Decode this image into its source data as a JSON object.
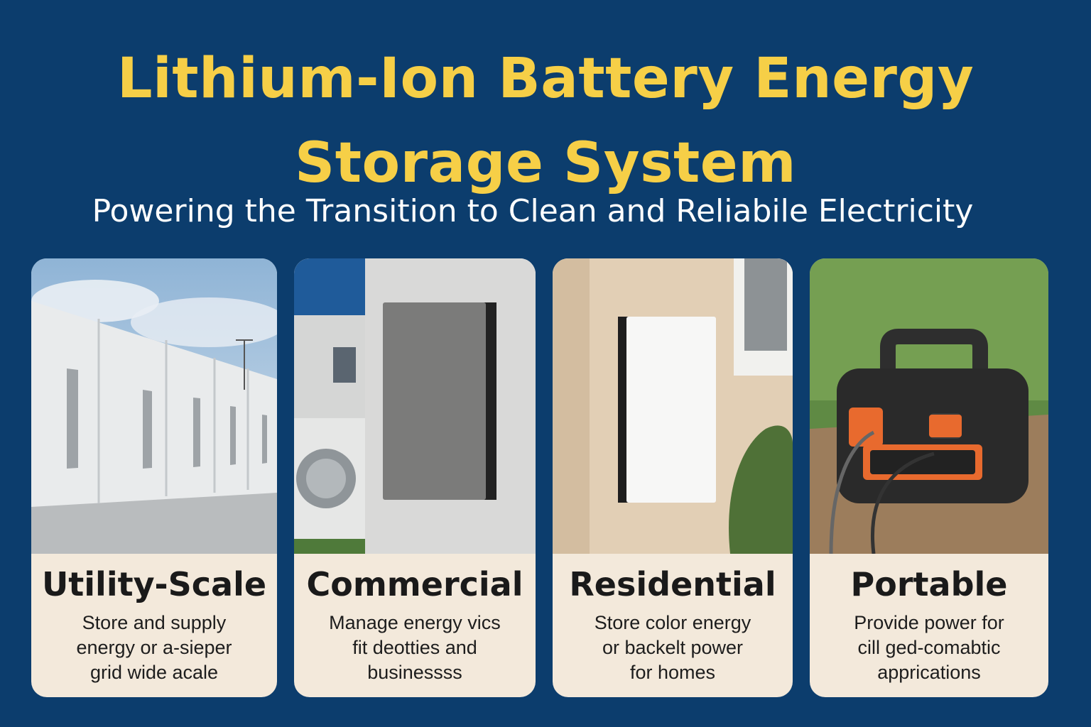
{
  "header": {
    "title_line1": "Lithium-Ion Battery Energy",
    "title_line2": "Storage System",
    "subtitle": "Powering the Transition to Clean and Reliabile Electricity"
  },
  "cards": [
    {
      "title": "Utility-Scale",
      "description": "Store and supply\nenergy or a-sieper\ngrid wide acale",
      "image": "battery-container-row"
    },
    {
      "title": "Commercial",
      "description": "Manage energy vics\nfit deotties and\nbusinessss",
      "image": "wall-mounted-battery-building"
    },
    {
      "title": "Residential",
      "description": "Store color energy\nor backelt power\nfor homes",
      "image": "home-wall-battery"
    },
    {
      "title": "Portable",
      "description": "Provide power for\ncill ged-comabtic\napprications",
      "image": "portable-power-station"
    }
  ],
  "colors": {
    "background": "#0c3d6d",
    "title": "#f6cf47",
    "subtitle": "#ffffff",
    "card": "#f3e9db",
    "card_text": "#1a1a1a"
  }
}
